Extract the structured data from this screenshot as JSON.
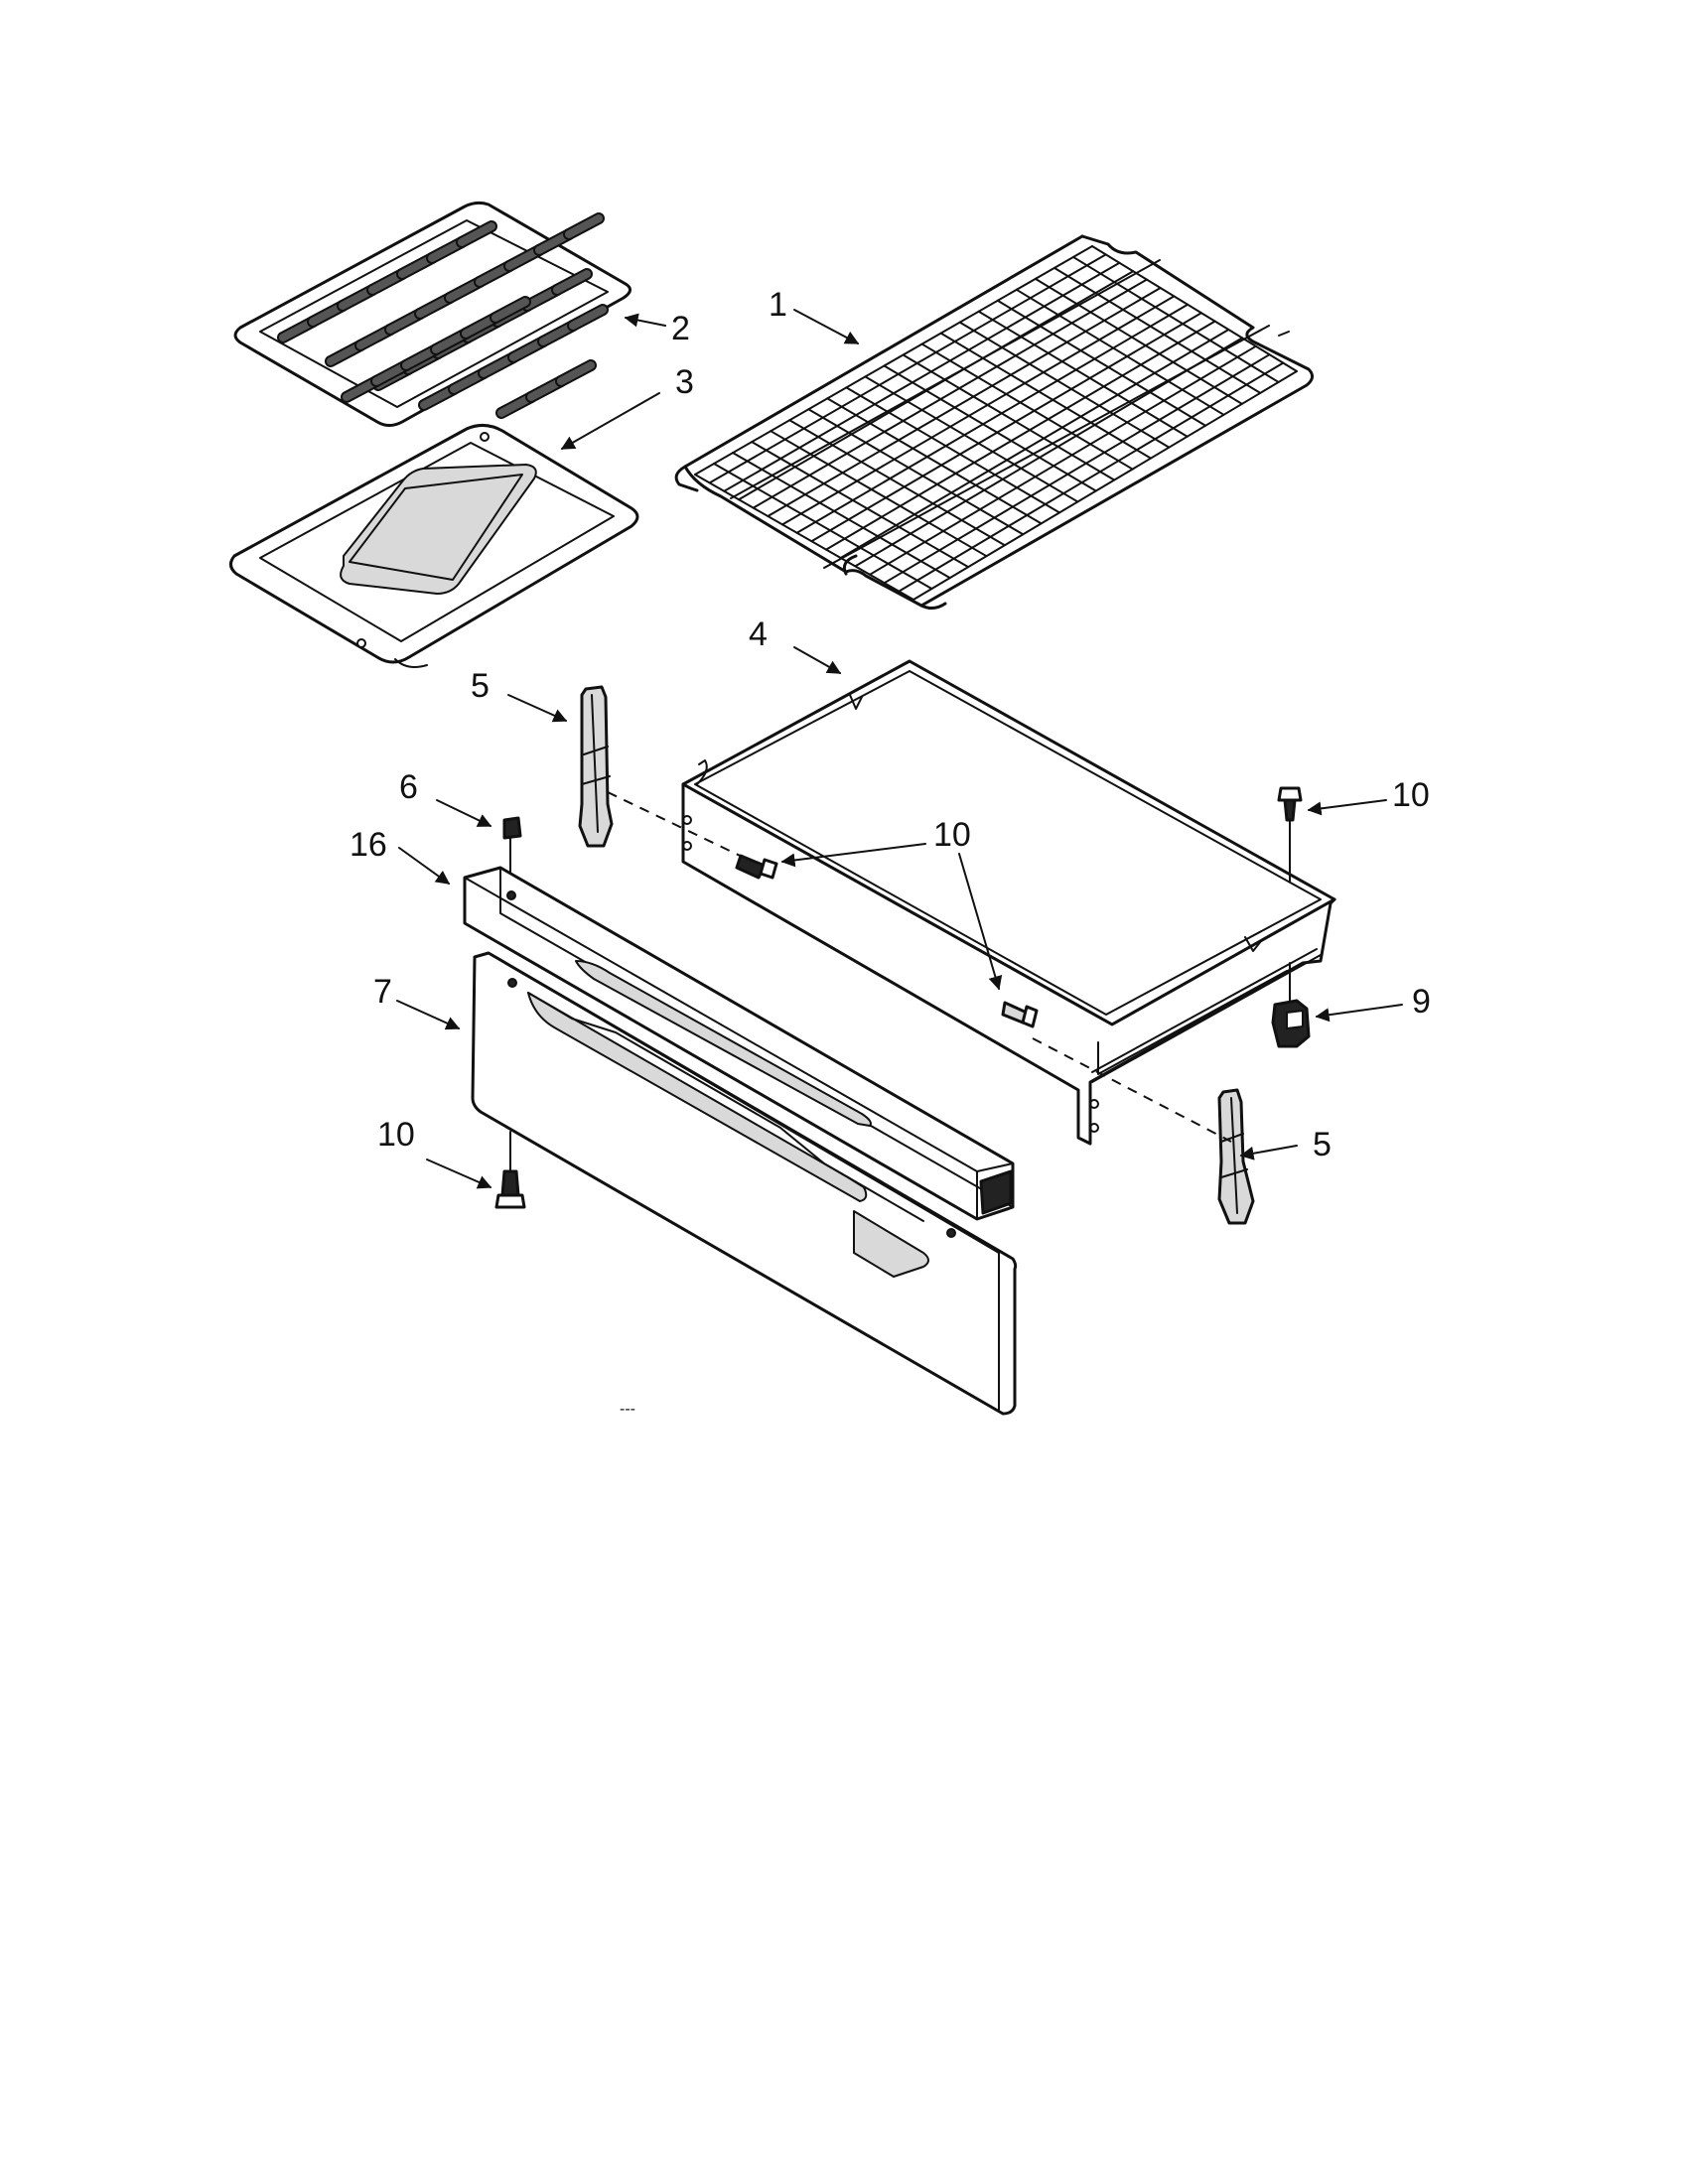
{
  "callouts": [
    {
      "id": "c1",
      "text": "1"
    },
    {
      "id": "c2",
      "text": "2"
    },
    {
      "id": "c3",
      "text": "3"
    },
    {
      "id": "c4",
      "text": "4"
    },
    {
      "id": "c5a",
      "text": "5"
    },
    {
      "id": "c5b",
      "text": "5"
    },
    {
      "id": "c6",
      "text": "6"
    },
    {
      "id": "c16",
      "text": "16"
    },
    {
      "id": "c7",
      "text": "7"
    },
    {
      "id": "c10a",
      "text": "10"
    },
    {
      "id": "c10b",
      "text": "10"
    },
    {
      "id": "c10c",
      "text": "10"
    },
    {
      "id": "c9",
      "text": "9"
    }
  ],
  "footer_mark": "---",
  "colors": {
    "line": "#111111",
    "shade": "#d9d9d9",
    "paper": "#ffffff"
  }
}
